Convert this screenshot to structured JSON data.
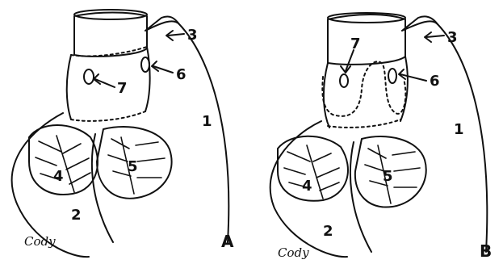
{
  "panels": [
    {
      "id": "A",
      "letter": "A",
      "labels": {
        "n1": "1",
        "n2": "2",
        "n3": "3",
        "n4": "4",
        "n5": "5",
        "n6": "6",
        "n7": "7"
      }
    },
    {
      "id": "B",
      "letter": "B",
      "labels": {
        "n1": "1",
        "n2": "2",
        "n3": "3",
        "n4": "4",
        "n5": "5",
        "n6": "6",
        "n7": "7"
      }
    }
  ],
  "signature": "Cody"
}
